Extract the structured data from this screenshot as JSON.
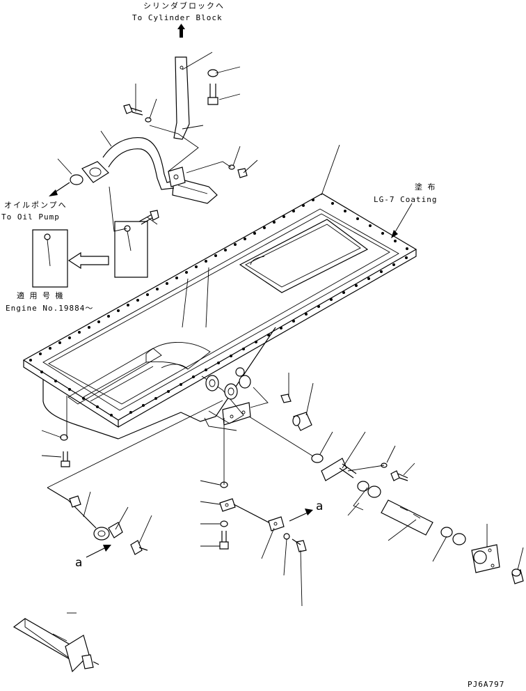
{
  "labels": {
    "cylinder_block_jp": "シリンダブロックへ",
    "cylinder_block_en": "To Cylinder Block",
    "oil_pump_jp": "オイルポンプへ",
    "oil_pump_en": "To Oil Pump",
    "coating_jp": "塗 布",
    "coating_en": "LG-7 Coating",
    "applicable_jp": "適 用 号 機",
    "engine_no": "Engine No.19884～",
    "ref_a_right": "a",
    "ref_a_left": "a",
    "drawing_id": "PJ6A797"
  }
}
